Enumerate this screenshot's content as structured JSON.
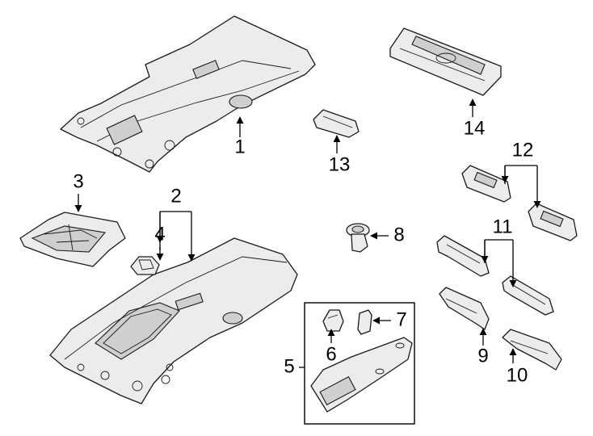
{
  "callouts": {
    "c1": "1",
    "c2": "2",
    "c3": "3",
    "c4": "4",
    "c5": "5",
    "c6": "6",
    "c7": "7",
    "c8": "8",
    "c9": "9",
    "c10": "10",
    "c11": "11",
    "c12": "12",
    "c13": "13",
    "c14": "14"
  },
  "colors": {
    "line": "#1a1a1a",
    "part_fill": "#ececec",
    "shadow_fill": "#cfcfcf"
  }
}
